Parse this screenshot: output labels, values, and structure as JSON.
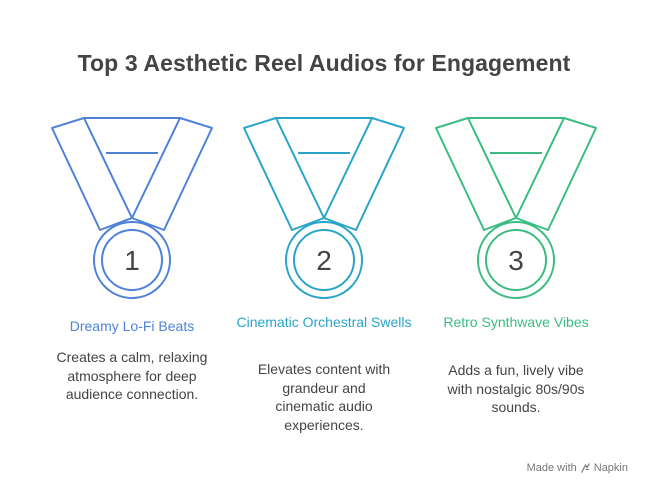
{
  "title": "Top 3 Aesthetic Reel Audios for Engagement",
  "medals": [
    {
      "number": "1",
      "label": "Dreamy Lo-Fi Beats",
      "description": "Creates a calm, relaxing atmosphere for deep audience connection.",
      "color": "#4f82d7"
    },
    {
      "number": "2",
      "label": "Cinematic Orchestral Swells",
      "description": "Elevates content with grandeur and cinematic audio experiences.",
      "color": "#2aa5c9"
    },
    {
      "number": "3",
      "label": "Retro Synthwave Vibes",
      "description": "Adds a fun, lively vibe with nostalgic 80s/90s sounds.",
      "color": "#3cbc82"
    }
  ],
  "footer": {
    "made_with": "Made with",
    "brand": "Napkin",
    "brand_icon": "napkin-logo-icon"
  }
}
